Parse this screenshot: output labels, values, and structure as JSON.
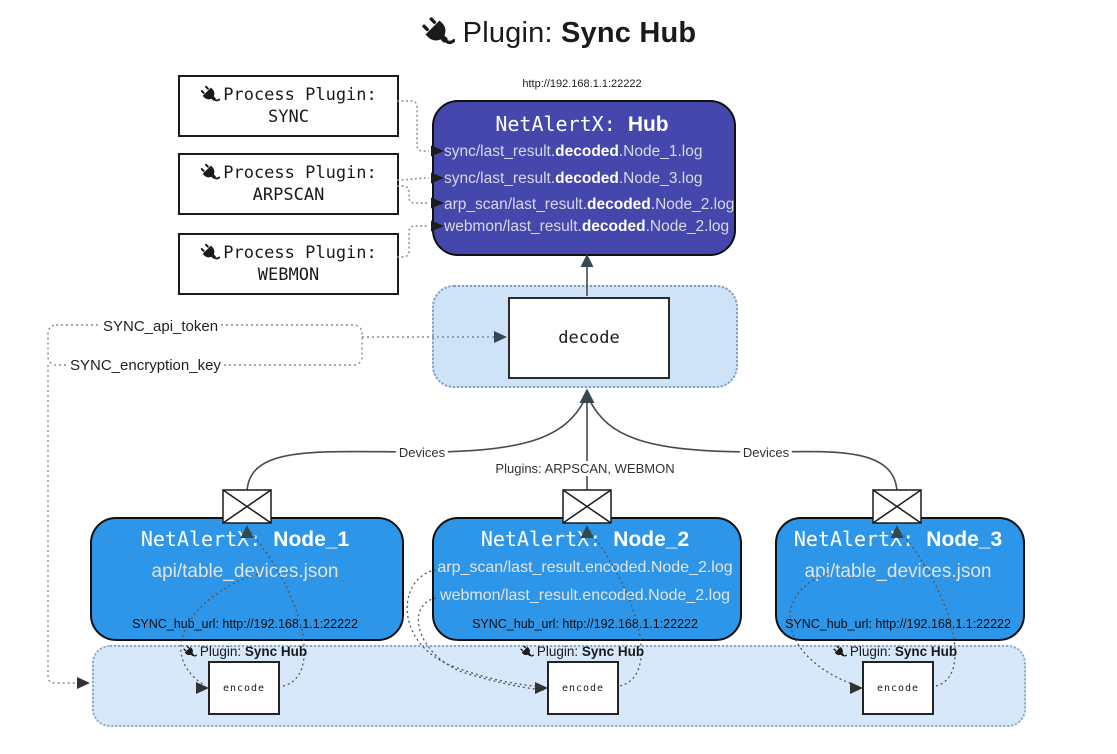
{
  "title": {
    "label": "Plugin:",
    "name": "Sync Hub"
  },
  "process_plugins": {
    "label": "Process Plugin:",
    "items": [
      {
        "name": "SYNC"
      },
      {
        "name": "ARPSCAN"
      },
      {
        "name": "WEBMON"
      }
    ]
  },
  "hub": {
    "url": "http://192.168.1.1:22222",
    "title_prefix": "NetAlertX:",
    "title_name": "Hub",
    "logs": [
      {
        "pre": "sync/last_result.",
        "mid": "decoded",
        "post": ".Node_1.log"
      },
      {
        "pre": "sync/last_result.",
        "mid": "decoded",
        "post": ".Node_3.log"
      },
      {
        "pre": "arp_scan/last_result.",
        "mid": "decoded",
        "post": ".Node_2.log"
      },
      {
        "pre": "webmon/last_result.",
        "mid": "decoded",
        "post": ".Node_2.log"
      }
    ]
  },
  "decode_box": {
    "label": "decode"
  },
  "secrets": {
    "api_token": "SYNC_api_token",
    "encryption_key": "SYNC_encryption_key"
  },
  "edge_labels": {
    "left": "Devices",
    "middle": "Plugins: ARPSCAN, WEBMON",
    "right": "Devices"
  },
  "nodes": [
    {
      "title_prefix": "NetAlertX:",
      "title_name": "Node_1",
      "files": [
        "api/table_devices.json"
      ],
      "hub_url_label": "SYNC_hub_url: http://192.168.1.1:22222"
    },
    {
      "title_prefix": "NetAlertX:",
      "title_name": "Node_2",
      "files": [
        "arp_scan/last_result.encoded.Node_2.log",
        "webmon/last_result.encoded.Node_2.log"
      ],
      "hub_url_label": "SYNC_hub_url: http://192.168.1.1:22222"
    },
    {
      "title_prefix": "NetAlertX:",
      "title_name": "Node_3",
      "files": [
        "api/table_devices.json"
      ],
      "hub_url_label": "SYNC_hub_url: http://192.168.1.1:22222"
    }
  ],
  "encode_band": {
    "plugin_label": "Plugin:",
    "plugin_name": "Sync Hub",
    "encode_label": "encode"
  },
  "colors": {
    "hub_fill": "#4547ad",
    "node_fill": "#2e96e8",
    "band_fill": "#d7e8fa",
    "decode_container_fill": "#cfe3f8"
  }
}
